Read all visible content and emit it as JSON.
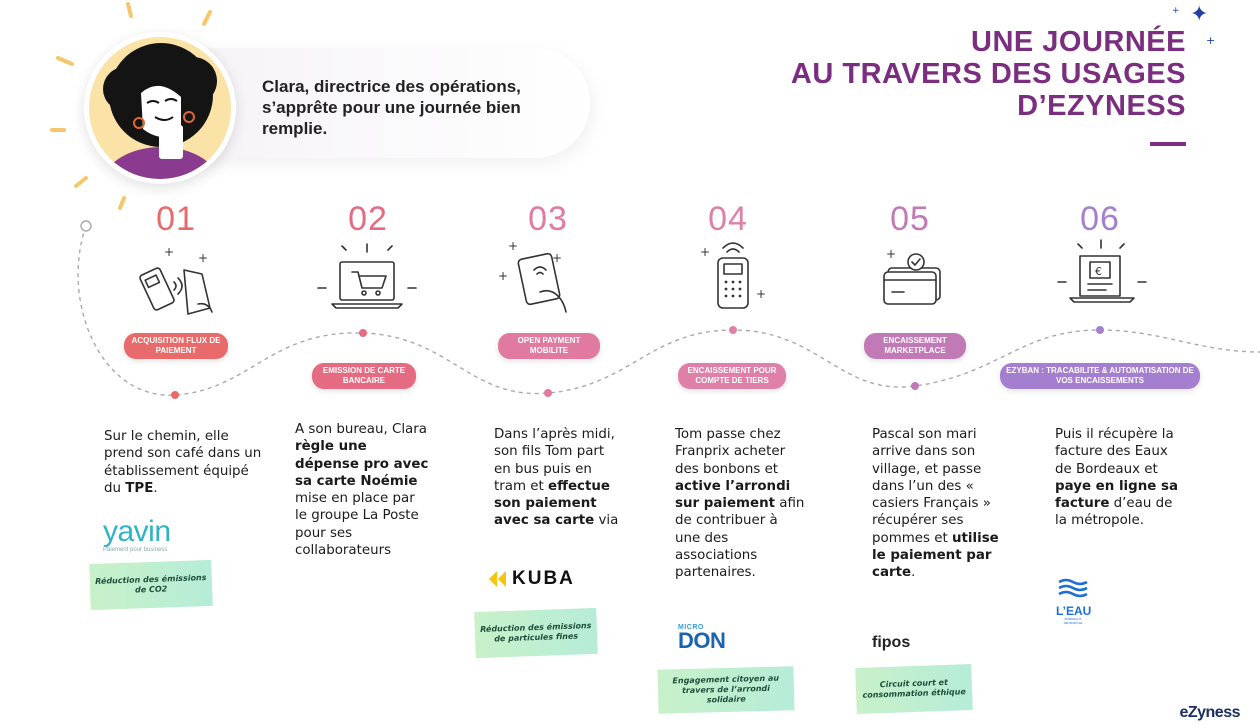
{
  "title": {
    "line1": "UNE JOURNÉE",
    "line2": "AU TRAVERS DES USAGES",
    "line3": "D’EZYNESS"
  },
  "hero": {
    "text": "Clara, directrice des opérations, s’apprête pour une journée bien remplie."
  },
  "colors": {
    "title": "#7b2d7f",
    "step1": "#e96a6a",
    "step2": "#e56b82",
    "step3": "#e07aa0",
    "step4": "#de80a8",
    "step5": "#c27ab6",
    "step6": "#a47fcf",
    "tag_green": "#b9ecc0"
  },
  "steps": [
    {
      "number": "01",
      "icon": "contactless-payment-terminal-icon",
      "pill": "ACQUISITION FLUX DE PAIEMENT",
      "desc_parts": [
        "Sur le chemin, elle prend son café dans un établissement équipé du ",
        "TPE",
        "."
      ],
      "logo": "yavin",
      "logo_sub": "Paiement pour business",
      "tag": "Réduction des émissions de CO2"
    },
    {
      "number": "02",
      "icon": "laptop-cart-icon",
      "pill": "EMISSION DE CARTE BANCAIRE",
      "desc_parts": [
        "A son bureau, Clara ",
        "règle une dépense pro avec sa carte Noémie",
        " mise en place par le groupe La Poste pour ses collaborateurs"
      ]
    },
    {
      "number": "03",
      "icon": "contactless-card-hand-icon",
      "pill": "OPEN PAYMENT MOBILITE",
      "desc_parts": [
        "Dans l’après midi, son fils Tom part en bus puis en tram et ",
        "effectue son paiement avec sa carte",
        " via"
      ],
      "logo": "KUBA",
      "tag": "Réduction des émissions de particules fines"
    },
    {
      "number": "04",
      "icon": "payment-terminal-icon",
      "pill": "ENCAISSEMENT POUR COMPTE DE TIERS",
      "desc_parts": [
        "Tom passe chez Franprix acheter des bonbons et ",
        "active l’arrondi sur paiement",
        " afin de contribuer à une des associations partenaires."
      ],
      "logo_small": "MICRO",
      "logo": "DON",
      "tag": "Engagement citoyen au travers de l’arrondi solidaire"
    },
    {
      "number": "05",
      "icon": "card-check-icon",
      "pill": "ENCAISSEMENT MARKETPLACE",
      "desc_parts": [
        "Pascal son mari arrive dans son village, et passe dans l’un des « casiers Français » récupérer ses pommes et ",
        "utilise le paiement par carte",
        "."
      ],
      "logo": "fipos",
      "tag": "Circuit court et consommation éthique"
    },
    {
      "number": "06",
      "icon": "euro-invoice-laptop-icon",
      "pill": "EZYBAN : TRACABILITE & AUTOMATISATION DE VOS ENCAISSEMENTS",
      "desc_parts": [
        "Puis il récupère la facture des Eaux de Bordeaux et ",
        "paye en ligne sa facture",
        " d’eau de la métropole."
      ],
      "logo": "L’EAU",
      "logo_sub": "BORDEAUX MÉTROPOLE"
    }
  ],
  "footer": {
    "brand": "eZyness"
  }
}
